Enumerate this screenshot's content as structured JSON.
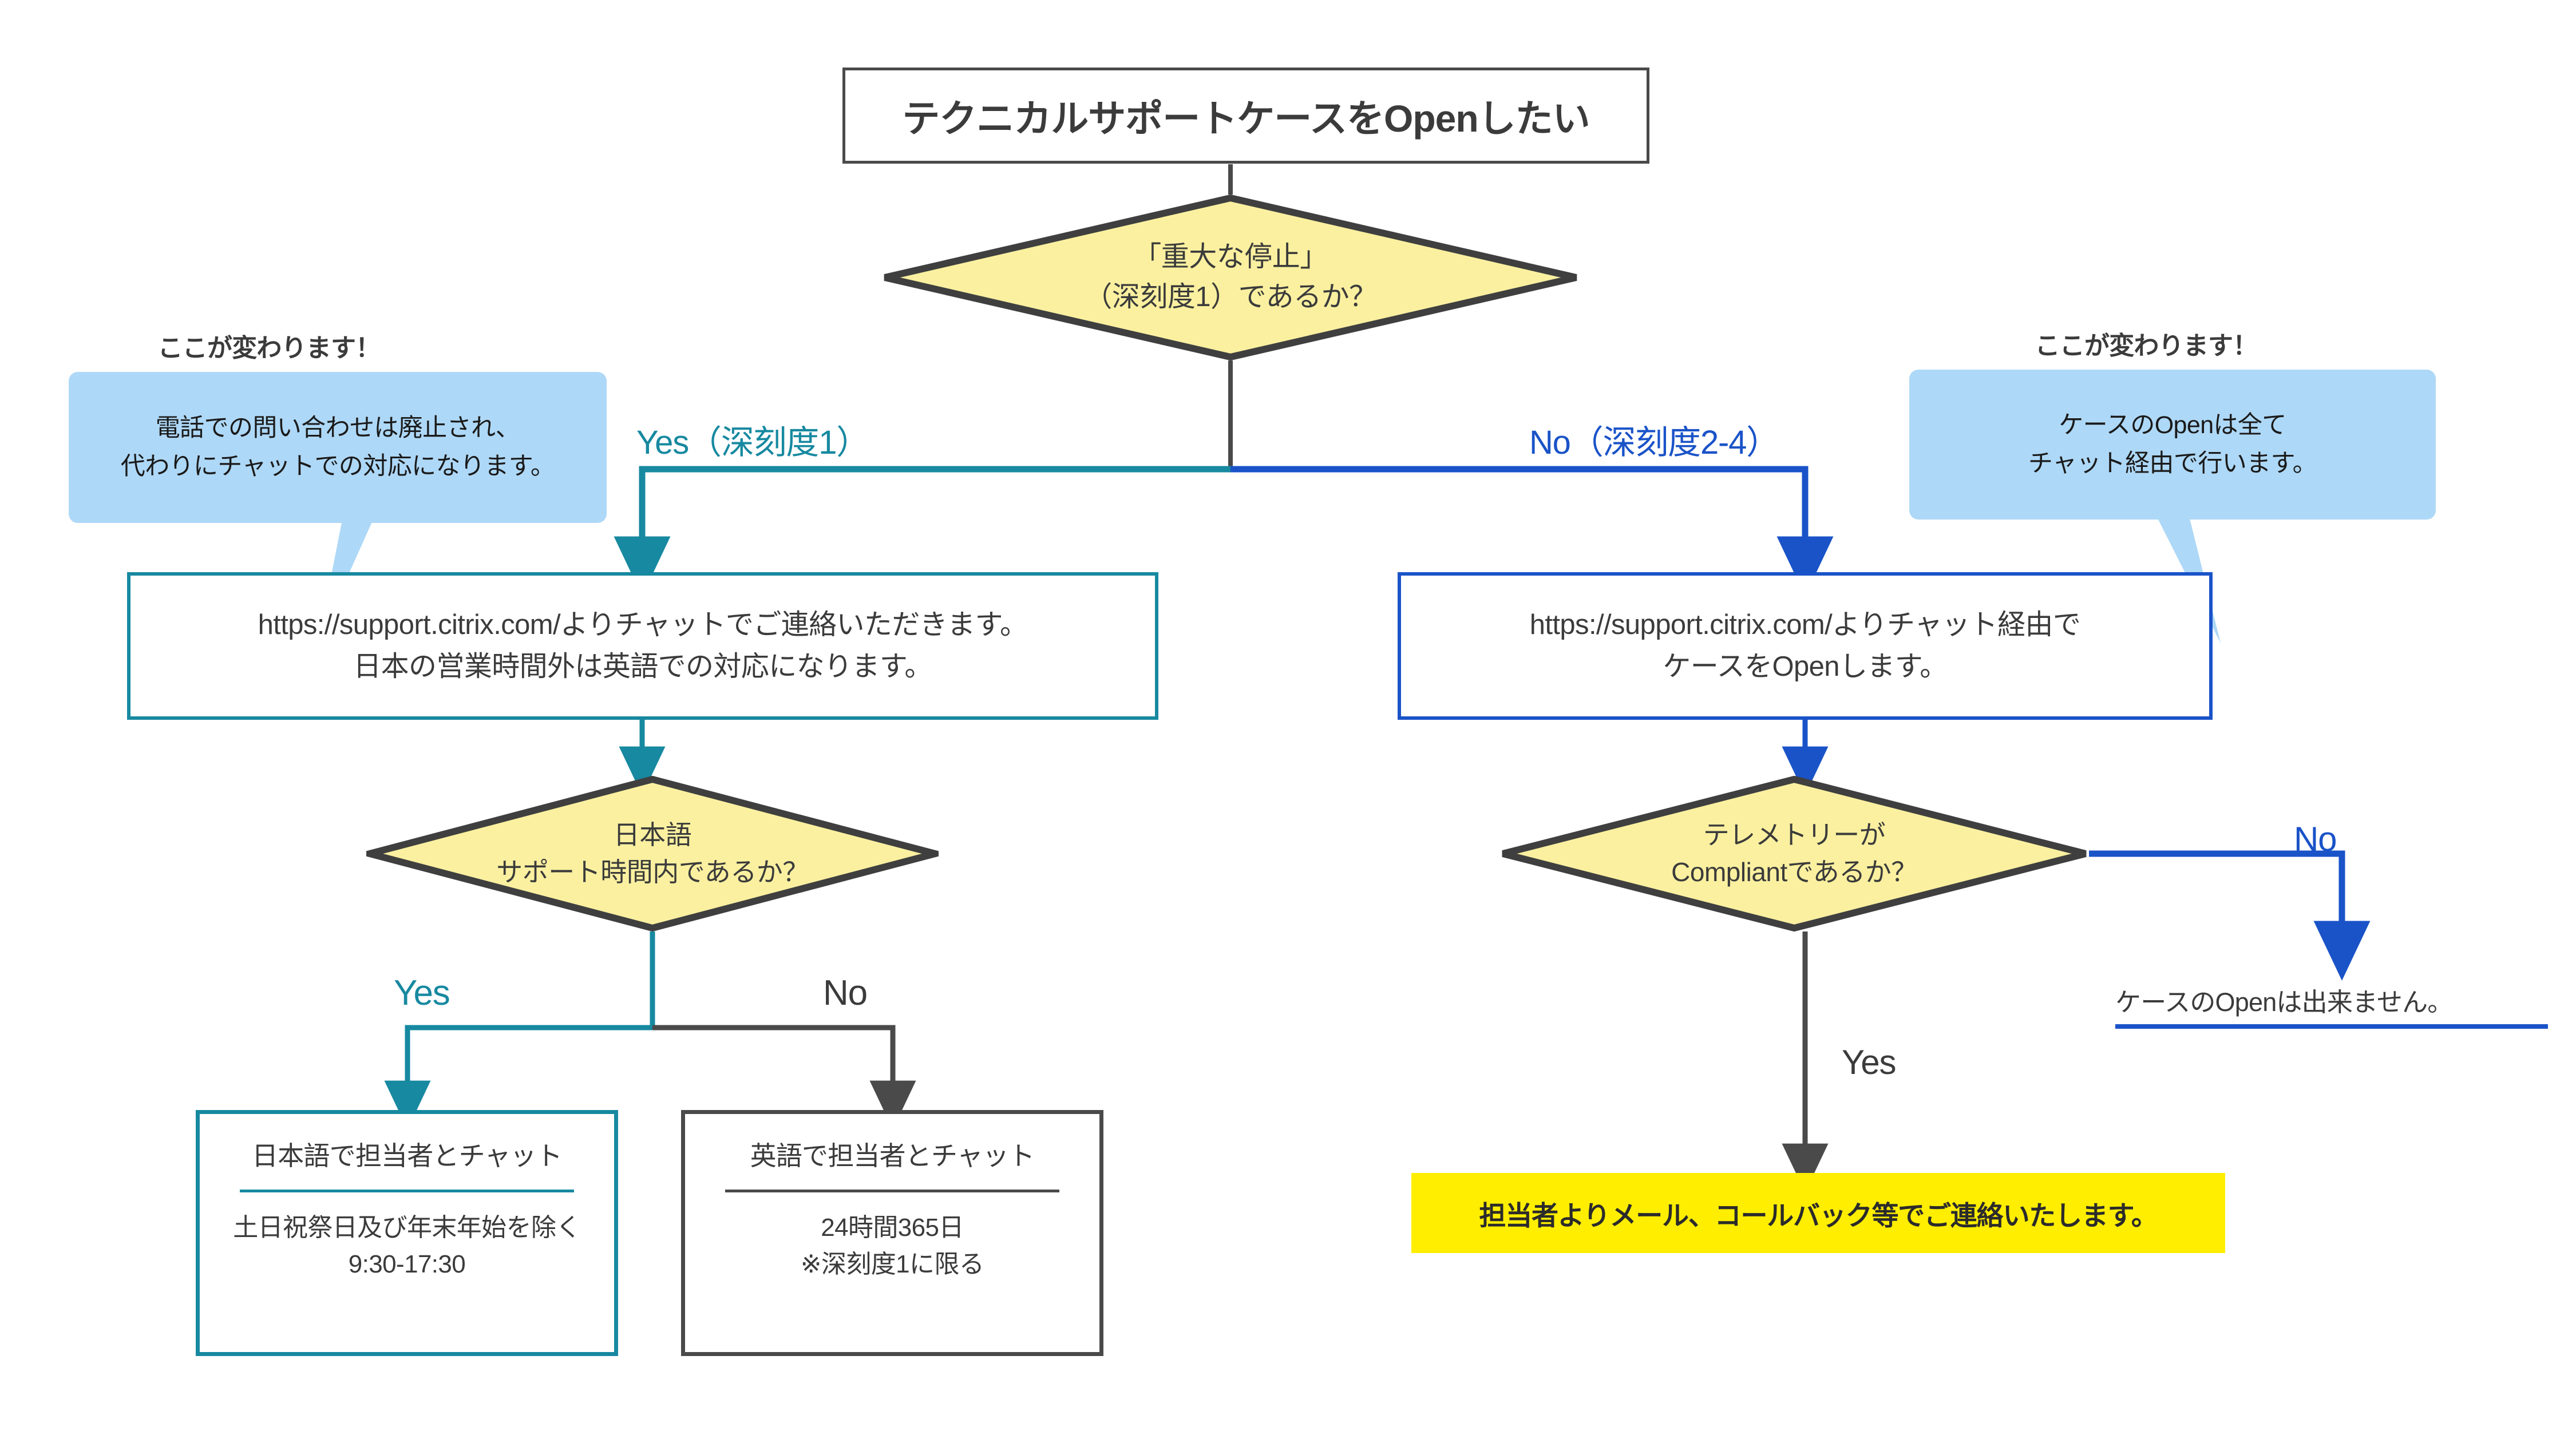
{
  "title": {
    "text": "テクニカルサポートケースをOpenしたい"
  },
  "decisions": {
    "severity": "「重大な停止」\n（深刻度1）であるか？",
    "japanese_hours": "日本語\nサポート時間内であるか？",
    "telemetry": "テレメトリーが\nCompliantであるか？"
  },
  "processes": {
    "chat_left": "https://support.citrix.com/よりチャットでご連絡いただきます。\n日本の営業時間外は英語での対応になります。",
    "chat_right": "https://support.citrix.com/よりチャット経由で\nケースをOpenします。"
  },
  "results": {
    "jp_chat": {
      "title": "日本語で担当者とチャット",
      "detail": "土日祝祭日及び年末年始を除く\n9:30-17:30"
    },
    "en_chat": {
      "title": "英語で担当者とチャット",
      "detail": "24時間365日\n※深刻度1に限る"
    },
    "contact_yellow": "担当者よりメール、コールバック等でご連絡いたします。",
    "no_open": "ケースのOpenは出来ません。"
  },
  "callouts": {
    "left": {
      "heading": "ここが変わります！",
      "body": "電話での問い合わせは廃止され、\n代わりにチャットでの対応になります。"
    },
    "right": {
      "heading": "ここが変わります！",
      "body": "ケースのOpenは全て\nチャット経由で行います。"
    }
  },
  "edge_labels": {
    "yes_severity1": "Yes（深刻度1）",
    "no_severity24": "No（深刻度2-4）",
    "yes_jp_hours": "Yes",
    "no_jp_hours": "No",
    "no_telemetry": "No",
    "yes_telemetry": "Yes"
  },
  "colors": {
    "teal": "#1789a0",
    "blue": "#1a53c8",
    "dark": "#4a4a4a",
    "diamond_fill": "#faf0a0",
    "callout_fill": "#aed8f7",
    "highlight_yellow": "#ffee00"
  }
}
